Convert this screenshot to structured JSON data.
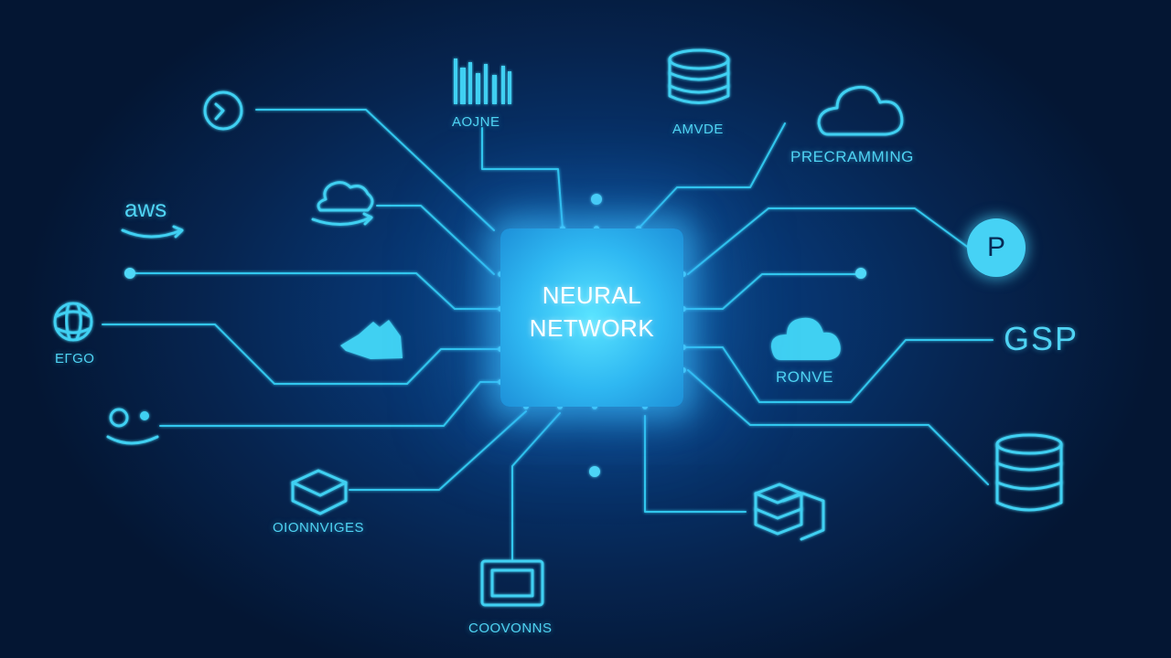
{
  "center": {
    "title": "NEURAL\nNETWORK"
  },
  "nodes": {
    "top_left_label": "",
    "top_center_label": "AOJNE",
    "top_mid_label": "AMVDE",
    "top_right_label": "PRECRAMMING",
    "aws_label": "aws",
    "p_badge": "P",
    "left_label": "ЕГGO",
    "gsp_label": "GSP",
    "right_cloud_label": "RONVE",
    "bottom_left_label": "OIONNVIGES",
    "bottom_center_label": "COOVONNS"
  },
  "icons": {
    "top_left": "gauge-stand-icon",
    "top_center": "bar-columns-icon",
    "top_mid": "database-icon",
    "top_right": "cloud-outline-icon",
    "aws": "aws-logo-icon",
    "aws_cloud": "cloud-arrow-icon",
    "left": "globe-chat-icon",
    "left_mid": "hand-cloud-icon",
    "lower_left": "people-icon",
    "bottom_left": "box-icon",
    "bottom_center": "monitor-icon",
    "right_cloud": "cloud-filled-icon",
    "bottom_right_stack": "boxes-stack-icon",
    "right_db": "database-large-icon"
  },
  "colors": {
    "accent": "#3fd0f2",
    "chip": "#2fb8f2",
    "background": "#06244f"
  }
}
